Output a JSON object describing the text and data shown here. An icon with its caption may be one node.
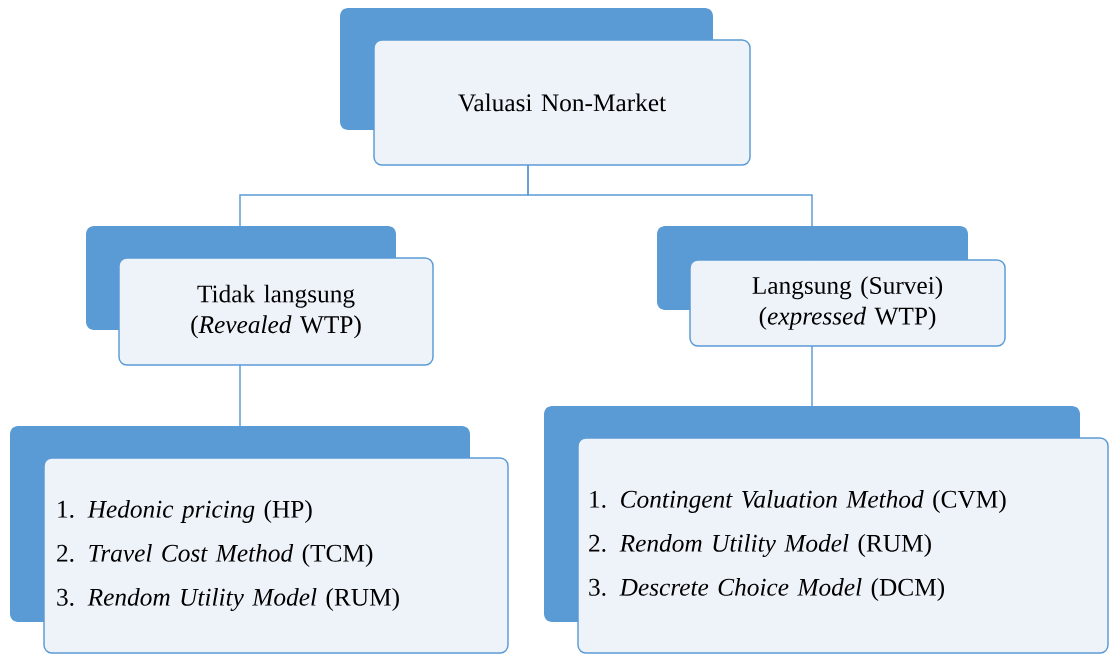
{
  "diagram": {
    "nodes": [
      {
        "text": [
          "Valuasi Non-Market"
        ]
      },
      {
        "text": [
          "Tidak langsung (*Revealed* WTP)"
        ]
      },
      {
        "text": [
          "Langsung (Survei) (*expressed* WTP)"
        ]
      },
      {
        "text": [
          "1. *Hedonic pricing* (HP)",
          "2. *Travel Cost Method* (TCM)",
          "3. *Rendom Utility Model* (RUM)"
        ]
      },
      {
        "text": [
          "1. *Contingent Valuation Method* (CVM)",
          "2. *Rendom Utility Model* (RUM)",
          "3. *Descrete Choice Model* (DCM)"
        ]
      }
    ],
    "edges": [
      {
        "from": 0,
        "to": 1,
        "arrow": "none"
      },
      {
        "from": 0,
        "to": 2,
        "arrow": "none"
      },
      {
        "from": 1,
        "to": 3,
        "arrow": "none"
      },
      {
        "from": 2,
        "to": 4,
        "arrow": "none"
      }
    ]
  }
}
